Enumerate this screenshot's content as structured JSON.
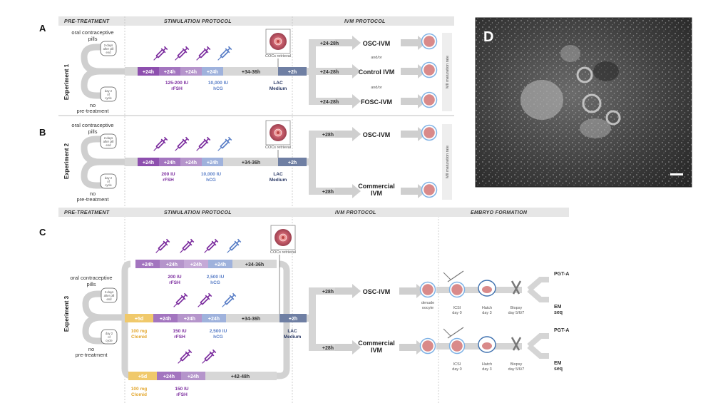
{
  "panels": {
    "a": "A",
    "b": "B",
    "c": "C",
    "d": "D"
  },
  "headers": {
    "pre_treatment": "PRE-TREATMENT",
    "stimulation_protocol": "STIMULATION PROTOCOL",
    "ivm_protocol": "IVM PROTOCOL",
    "embryo_formation": "EMBRYO FORMATION"
  },
  "experiments": {
    "e1": "Experiment 1",
    "e2": "Experiment 2",
    "e3": "Experiment 3"
  },
  "pretreatment": {
    "oral": "oral contraceptive pills",
    "oral_line1": "oral contraceptive",
    "oral_line2": "pills",
    "no_line1": "no",
    "no_line2": "pre-treatment",
    "day_bubble_a": [
      "2-days",
      "after pill",
      "end"
    ],
    "day_bubble_b": [
      "day 2",
      "of",
      "cycle"
    ]
  },
  "timeline": {
    "h24": "+24h",
    "h3436": "+34-36h",
    "h2": "+2h",
    "h2428": "+24-28h",
    "h28": "+28h",
    "d5": "+5d",
    "h4248": "+42-48h"
  },
  "doses": {
    "fsh_range": "125-200 IU",
    "fsh_200": "200 IU",
    "fsh_150": "150 IU",
    "rfsh": "rFSH",
    "hcg_10000": "10,000 IU",
    "hcg_2500": "2,500 IU",
    "hcg": "hCG",
    "clomid_dose": "100 mg",
    "clomid": "Clomid"
  },
  "coc_retrieval": "COCs retrieval",
  "medium": {
    "line1": "LAC",
    "line2": "Medium"
  },
  "ivm": {
    "osc": "OSC-IVM",
    "control": "Control IVM",
    "fosc": "FOSC-IVM",
    "and_or": "and/or",
    "commercial_1": "Commercial",
    "commercial_2": "IVM"
  },
  "maturation_rate": "MII maturation rate",
  "embryo": {
    "denude": [
      "denude",
      "oocyte"
    ],
    "icsi": [
      "ICSI",
      "day 0"
    ],
    "hatch": [
      "Hatch",
      "day 3"
    ],
    "biopsy": [
      "Biopsy",
      "day 5/6/7"
    ],
    "pgta": "PGT-A",
    "em_seq": [
      "EM",
      "seq"
    ]
  },
  "colors": {
    "purple": "#7b2c9e",
    "blue": "#5b7fc7",
    "gold": "#e3a72f",
    "navy": "#2b3a66",
    "gray_band": "#c8c8c8",
    "header_bg": "#e6e6e6",
    "oocyte": "#d98a8a",
    "oocyte_ring": "#7fb2e5",
    "micrograph_bg": "#3a3a3a"
  },
  "icons": {
    "syringe": "syringe-icon",
    "oocyte": "oocyte-icon",
    "coc": "coc-cluster-icon",
    "arrow": "block-arrow-icon",
    "scale_bar": "scale-bar"
  }
}
